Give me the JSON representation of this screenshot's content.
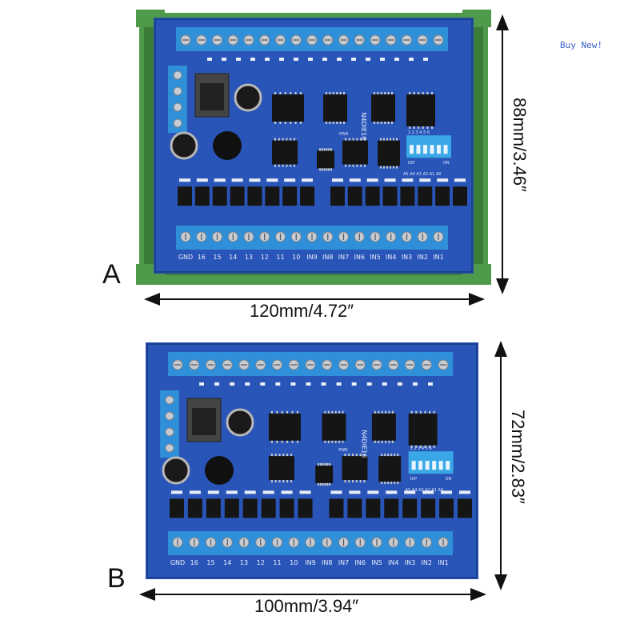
{
  "badge": "Buy  New!",
  "colors": {
    "pcb": "#2a55b8",
    "pcb_dark": "#1d3f8f",
    "terminal": "#2f8fd8",
    "rail": "#4f9a4a",
    "rail_dark": "#3b7d38",
    "chip": "#151515",
    "dip": "#3aa8e6"
  },
  "board_a": {
    "label": "A",
    "width_label": "120mm/4.72″",
    "height_label": "88mm/3.46″"
  },
  "board_b": {
    "label": "B",
    "width_label": "100mm/3.94″",
    "height_label": "72mm/2.83″"
  },
  "silkscreen": {
    "model": "N4DIE16",
    "pwr": "PWR",
    "dip_numbers": "1 2 3 4 5 6",
    "dip_text": "DIP",
    "on_text": "ON",
    "address": "A5 A4 A3 A2 A1 A0",
    "bottom_terminals": [
      "GND",
      "16",
      "15",
      "14",
      "13",
      "12",
      "11",
      "10",
      "IN9",
      "IN8",
      "IN7",
      "IN6",
      "IN5",
      "IN4",
      "IN3",
      "IN2",
      "IN1"
    ]
  }
}
